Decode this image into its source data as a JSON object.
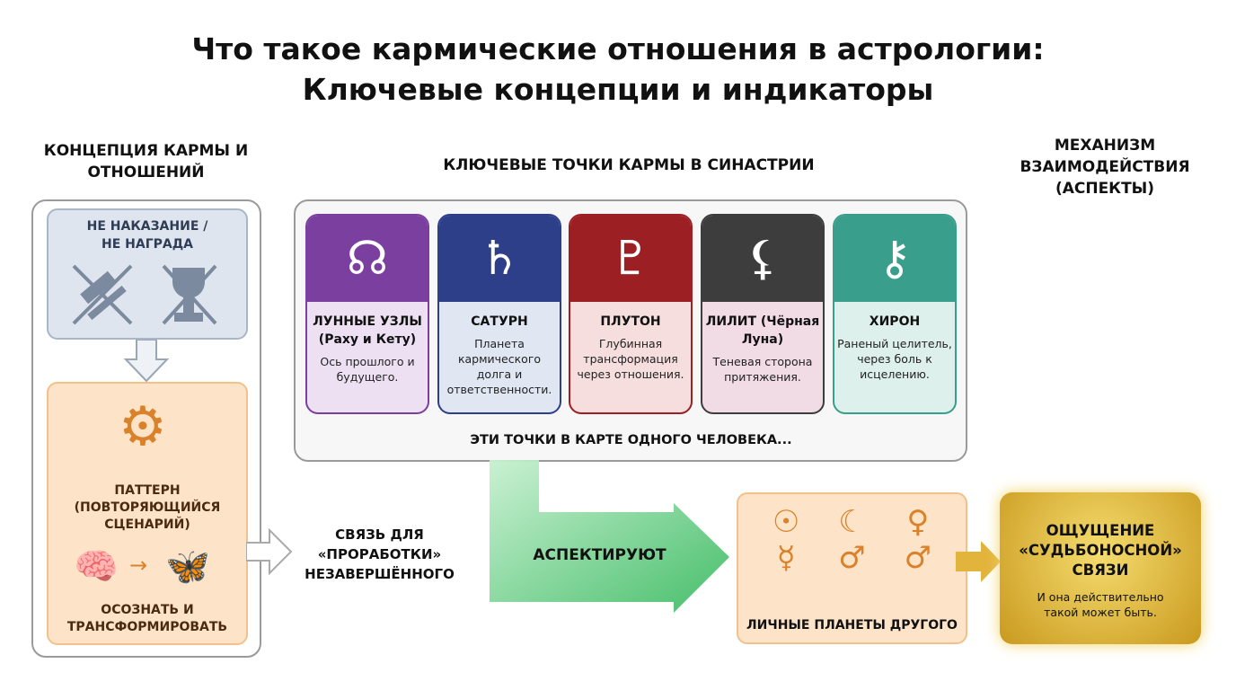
{
  "title": {
    "line1": "Что такое кармические отношения в астрологии:",
    "line2": "Ключевые концепции и индикаторы"
  },
  "left": {
    "heading": "КОНЦЕПЦИЯ КАРМЫ И ОТНОШЕНИЙ",
    "not_box": "НЕ НАКАЗАНИЕ / НЕ НАГРАДА",
    "pattern": "ПАТТЕРН (ПОВТОРЯЮЩИЙСЯ СЦЕНАРИЙ)",
    "transform": "ОСОЗНАТЬ И ТРАНСФОРМИРОВАТЬ"
  },
  "link_text": "СВЯЗЬ ДЛЯ «ПРОРАБОТКИ» НЕЗАВЕРШЁННОГО",
  "middle": {
    "heading": "КЛЮЧЕВЫЕ ТОЧКИ КАРМЫ В СИНАСТРИИ",
    "footer": "ЭТИ ТОЧКИ В КАРТЕ ОДНОГО ЧЕЛОВЕКА...",
    "cards": [
      {
        "name": "ЛУННЫЕ УЗЛЫ (Раху и Кету)",
        "desc": "Ось прошлого и будущего.",
        "symbol": "☊",
        "color": "#7b3fa0",
        "bg": "#ece0f2"
      },
      {
        "name": "САТУРН",
        "desc": "Планета кармического долга и ответственности.",
        "symbol": "♄",
        "color": "#2e3f8a",
        "bg": "#e1e6f3"
      },
      {
        "name": "ПЛУТОН",
        "desc": "Глубинная трансформация через отношения.",
        "symbol": "♇",
        "color": "#9c1f24",
        "bg": "#f6dede"
      },
      {
        "name": "ЛИЛИТ (Чёрная Луна)",
        "desc": "Теневая сторона притяжения.",
        "symbol": "⚸",
        "color": "#3d3d3d",
        "bg": "#f1dbe4"
      },
      {
        "name": "ХИРОН",
        "desc": "Раненый целитель, через боль к исцелению.",
        "symbol": "⚷",
        "color": "#3a9e8c",
        "bg": "#ddf0eb"
      }
    ]
  },
  "aspect_label": "АСПЕКТИРУЮТ",
  "right": {
    "heading": "МЕХАНИЗМ ВЗАИМОДЕЙСТВИЯ (АСПЕКТЫ)",
    "planets_label": "ЛИЧНЫЕ ПЛАНЕТЫ ДРУГОГО",
    "planet_symbols": [
      "☉",
      "☾",
      "♀",
      "☿",
      "♂",
      "♂"
    ],
    "result_title": "ОЩУЩЕНИЕ «СУДЬБОНОСНОЙ» СВЯЗИ",
    "result_desc": "И она действительно такой может быть."
  }
}
